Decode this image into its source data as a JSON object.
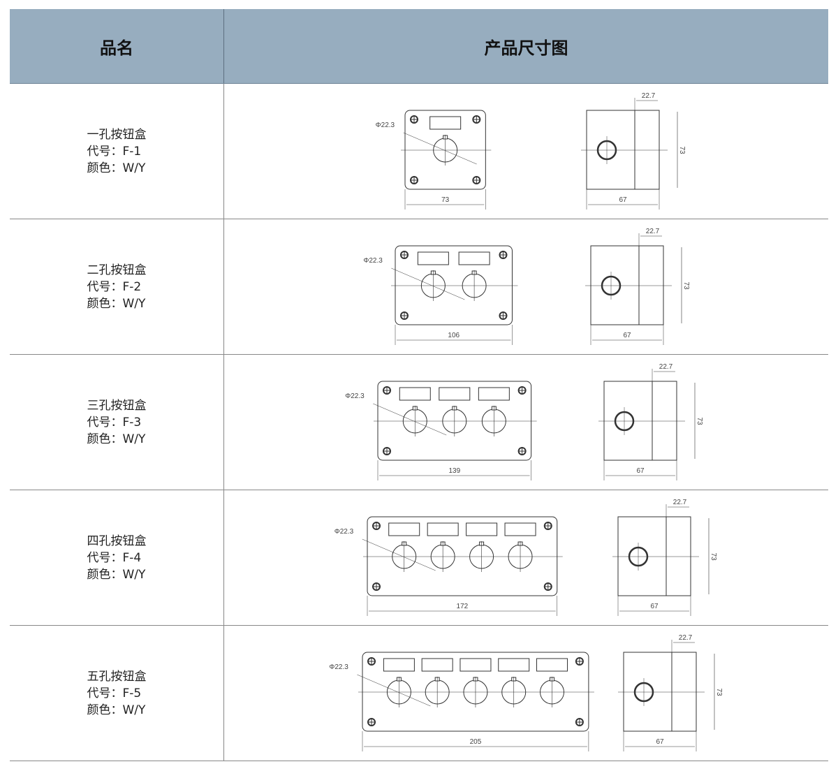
{
  "header": {
    "name_col": "品名",
    "drawing_col": "产品尺寸图"
  },
  "rows": [
    {
      "name": "一孔按钮盒",
      "code": "代号：F-1",
      "color": "颜色：W/Y",
      "holes": 1,
      "width": "73",
      "depth": "67",
      "height": "73",
      "side": "22.7",
      "diameter": "Φ22.3"
    },
    {
      "name": "二孔按钮盒",
      "code": "代号：F-2",
      "color": "颜色：W/Y",
      "holes": 2,
      "width": "106",
      "depth": "67",
      "height": "73",
      "side": "22.7",
      "diameter": "Φ22.3"
    },
    {
      "name": "三孔按钮盒",
      "code": "代号：F-3",
      "color": "颜色：W/Y",
      "holes": 3,
      "width": "139",
      "depth": "67",
      "height": "73",
      "side": "22.7",
      "diameter": "Φ22.3"
    },
    {
      "name": "四孔按钮盒",
      "code": "代号：F-4",
      "color": "颜色：W/Y",
      "holes": 4,
      "width": "172",
      "depth": "67",
      "height": "73",
      "side": "22.7",
      "diameter": "Φ22.3"
    },
    {
      "name": "五孔按钮盒",
      "code": "代号：F-5",
      "color": "颜色：W/Y",
      "holes": 5,
      "width": "205",
      "depth": "67",
      "height": "73",
      "side": "22.7",
      "diameter": "Φ22.3"
    }
  ]
}
